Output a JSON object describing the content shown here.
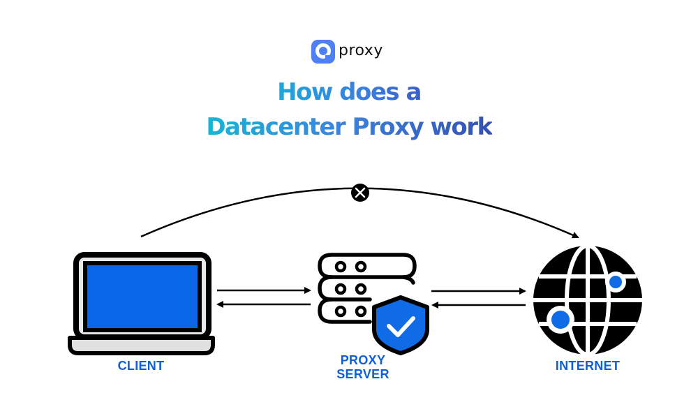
{
  "logo": {
    "icon": "proxy-logo-icon",
    "text": "proxy",
    "color": "#4f7ff5"
  },
  "title": {
    "line1": "How does a",
    "line2": "Datacenter Proxy work",
    "gradient": [
      "#13b6d6",
      "#3a86e0",
      "#3350b5"
    ]
  },
  "nodes": [
    {
      "id": "client",
      "label": "CLIENT",
      "icon": "laptop-icon"
    },
    {
      "id": "proxy",
      "label_line1": "PROXY",
      "label_line2": "SERVER",
      "icon": "server-shield-icon"
    },
    {
      "id": "internet",
      "label": "INTERNET",
      "icon": "globe-network-icon"
    }
  ],
  "connections": [
    {
      "from": "client",
      "to": "proxy",
      "type": "bidirectional"
    },
    {
      "from": "proxy",
      "to": "internet",
      "type": "bidirectional"
    },
    {
      "from": "client",
      "to": "internet",
      "type": "blocked-direct",
      "marker": "x-icon"
    }
  ],
  "colors": {
    "accent_blue": "#0f5fd6",
    "screen_blue": "#0a66e8",
    "line": "#000000"
  }
}
